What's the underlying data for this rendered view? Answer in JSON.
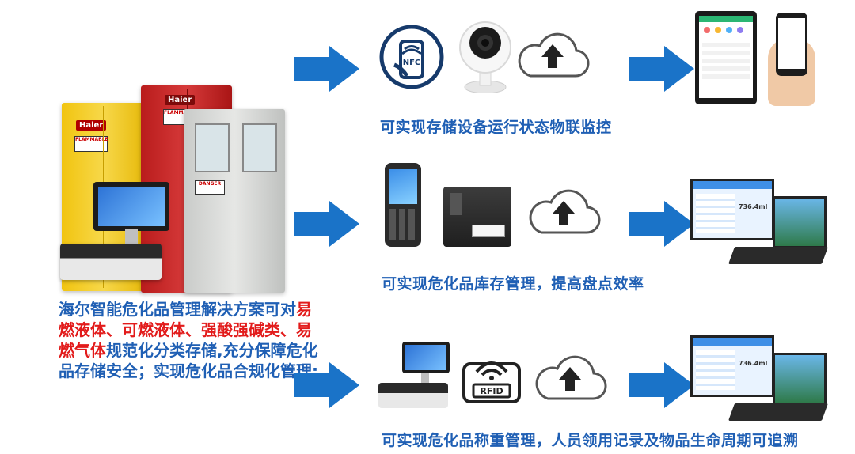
{
  "captions": {
    "row1": "可实现存储设备运行状态物联监控",
    "row2": "可实现危化品库存管理，提高盘点效率",
    "row3": "可实现危化品称重管理，人员领用记录及物品生命周期可追溯"
  },
  "description": {
    "p1": "海尔智能危化品管理解决方案可对",
    "p2_hl": "易燃液体、可燃液体、强酸强碱类、易燃气体",
    "p3": "规范化分类存储,充分保障危化品存储安全；实现危化品合规化管理;"
  },
  "cabinet_labels": {
    "brand": "Haier",
    "flammable": "FLAMMABLE",
    "danger": "DANGER"
  },
  "icons": {
    "nfc": "NFC",
    "rfid": "RFID",
    "tablet_reading": "736.4ml"
  },
  "colors": {
    "accent_blue": "#1f5fb4",
    "arrow_blue": "#1a73c8",
    "highlight_red": "#e21b1b"
  }
}
